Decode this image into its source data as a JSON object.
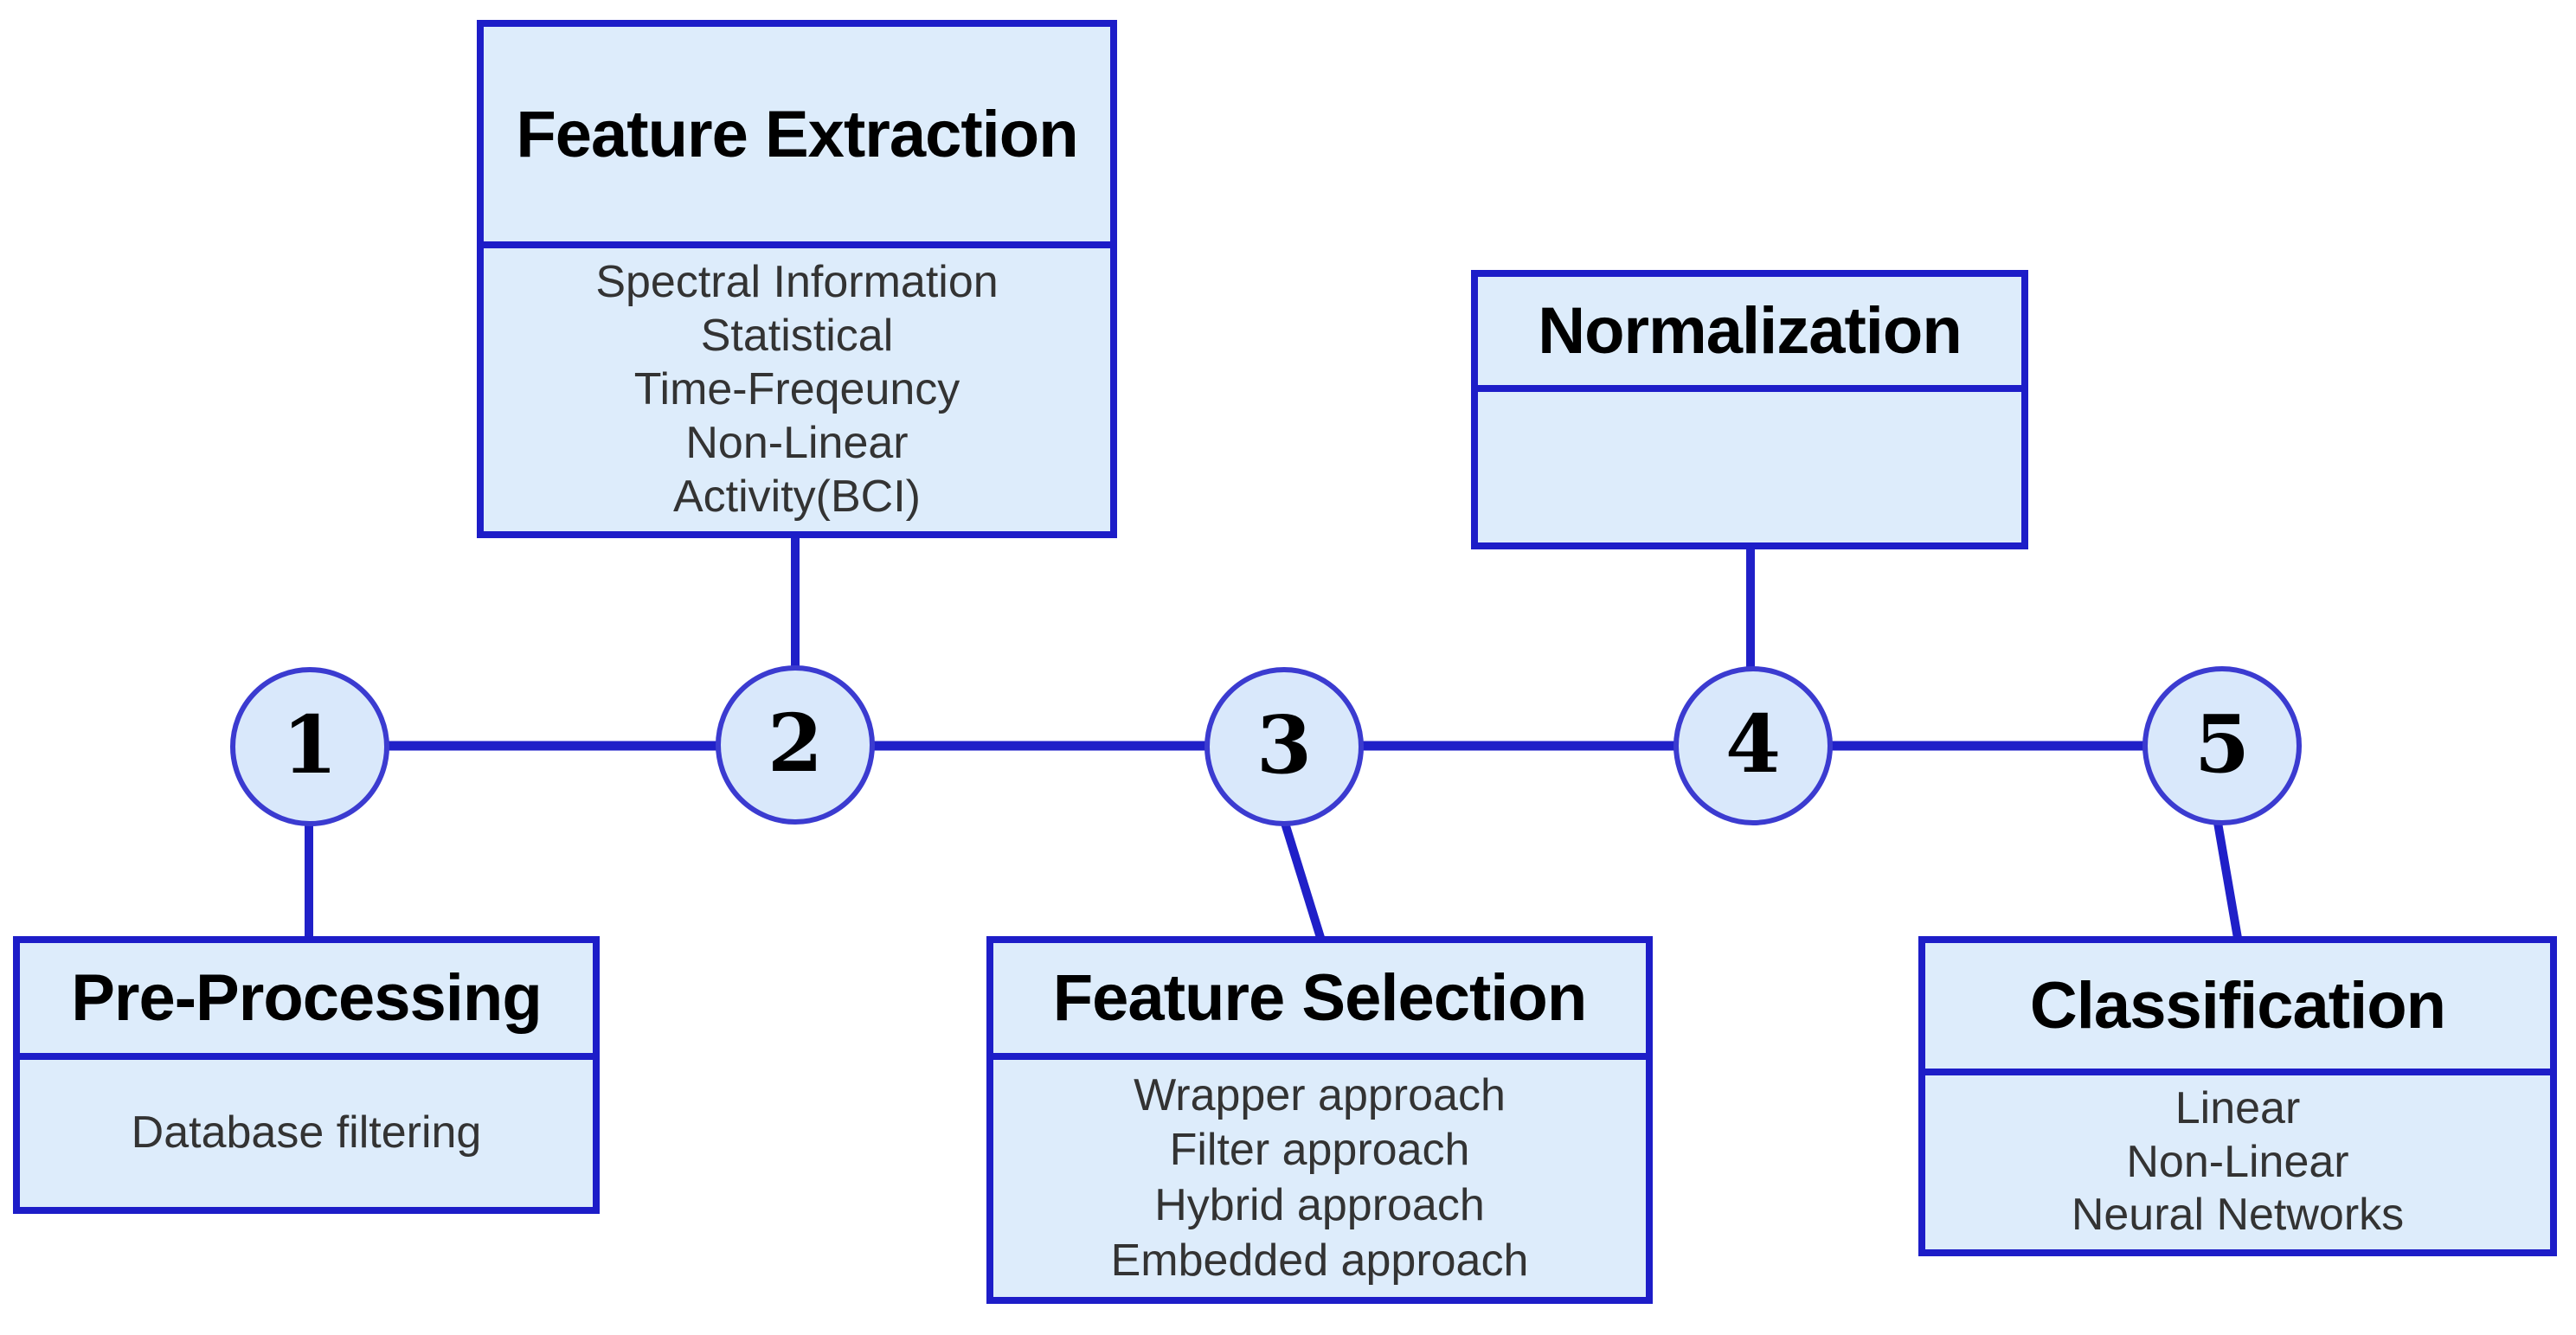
{
  "diagram": {
    "colors": {
      "line": "#2020c8",
      "box_border": "#1d1dc8",
      "box_fill": "#ddecfb",
      "circle_border": "#3b3bd0",
      "circle_fill": "#d9e8fb",
      "title_text": "#000000",
      "body_text": "#333333"
    },
    "steps": [
      {
        "number": "1",
        "box": {
          "title": "Pre-Processing",
          "items": [
            "Database filtering"
          ]
        }
      },
      {
        "number": "2",
        "box": {
          "title": "Feature Extraction",
          "items": [
            "Spectral Information",
            "Statistical",
            "Time-Freqeuncy",
            "Non-Linear",
            "Activity(BCI)"
          ]
        }
      },
      {
        "number": "3",
        "box": {
          "title": "Feature Selection",
          "items": [
            "Wrapper approach",
            "Filter approach",
            "Hybrid approach",
            "Embedded approach"
          ]
        }
      },
      {
        "number": "4",
        "box": {
          "title": "Normalization",
          "items": []
        }
      },
      {
        "number": "5",
        "box": {
          "title": "Classification",
          "items": [
            "Linear",
            "Non-Linear",
            "Neural Networks"
          ]
        }
      }
    ]
  }
}
